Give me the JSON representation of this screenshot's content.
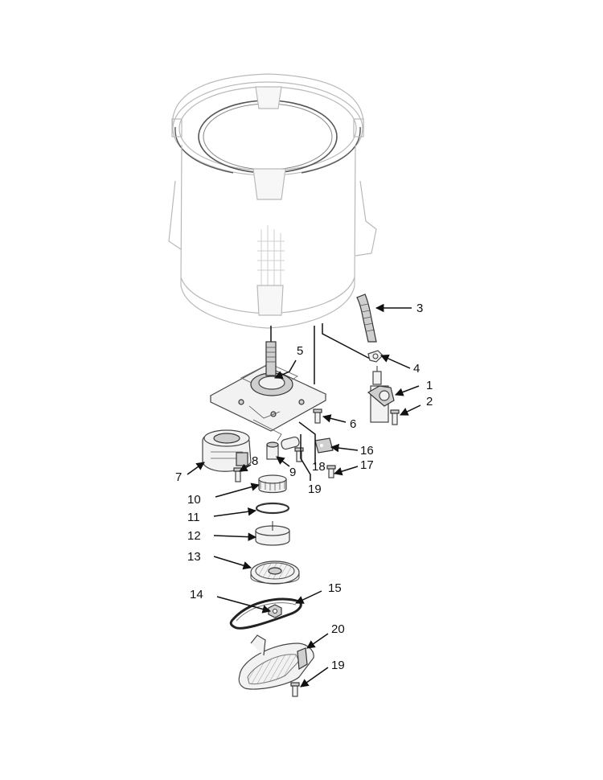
{
  "callouts": {
    "c1": "1",
    "c2": "2",
    "c3": "3",
    "c4": "4",
    "c5": "5",
    "c6": "6",
    "c7": "7",
    "c8": "8",
    "c9": "9",
    "c10": "10",
    "c11": "11",
    "c12": "12",
    "c13": "13",
    "c14": "14",
    "c15": "15",
    "c16": "16",
    "c17": "17",
    "c18": "18",
    "c19a": "19",
    "c19b": "19",
    "c20": "20"
  },
  "colors": {
    "ink": "#111111",
    "ghost": "#b9b9b9",
    "part": "#f2f2f2",
    "part_dark": "#cfcfcf"
  }
}
